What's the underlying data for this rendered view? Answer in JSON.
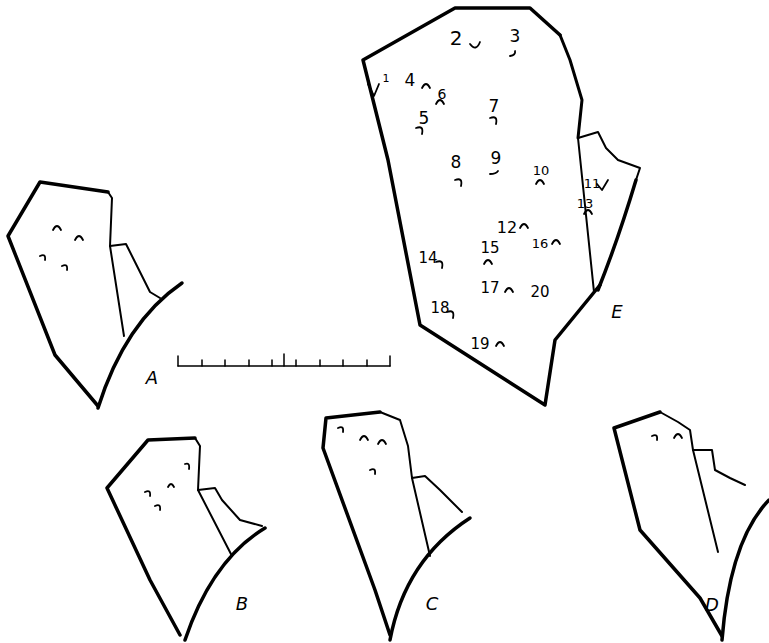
{
  "diagram": {
    "labels": [
      "2",
      "3",
      "1",
      "4",
      "7",
      "6",
      "5",
      "8",
      "9",
      "10",
      "11",
      "13",
      "12",
      "16",
      "14",
      "15",
      "17",
      "20",
      "18",
      "19",
      "A",
      "B",
      "C",
      "D",
      "E"
    ]
  }
}
